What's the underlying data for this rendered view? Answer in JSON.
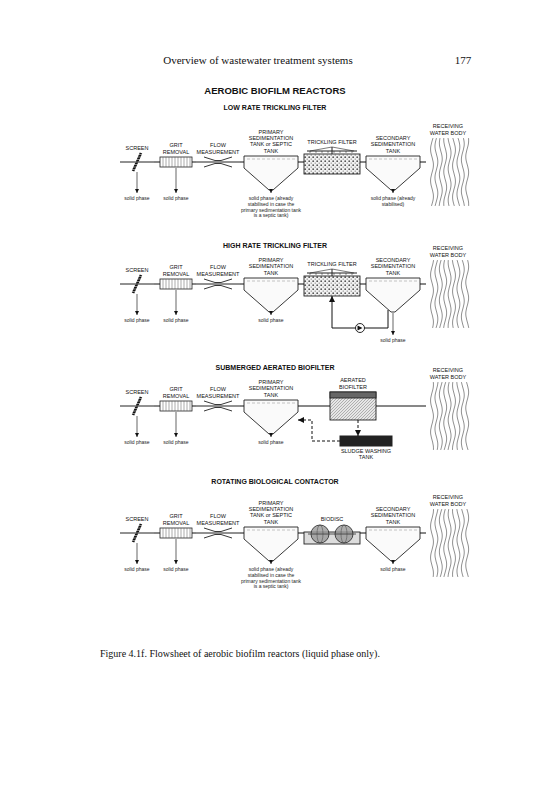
{
  "diagram": {
    "title": "AEROBIC BIOFILM REACTORS",
    "caption": "Figure 4.1f. Flowsheet of aerobic biofilm reactors (liquid phase only).",
    "nodes": [
      {
        "text": [
          "SCREEN"
        ]
      },
      {
        "text": [
          "GRIT REMOVAL"
        ]
      },
      {
        "text": [
          "FLOW MEASUREMENT"
        ]
      },
      {
        "text": [
          "PRIMARY SEDIMENTATION TANK or SEPTIC TANK"
        ]
      },
      {
        "text": [
          "TRICKLING FILTER"
        ]
      },
      {
        "text": [
          "SECONDARY SEDIMENTATION TANK"
        ]
      },
      {
        "text": [
          "RECEIVING WATER BODY"
        ]
      },
      {
        "text": [
          "SCREEN"
        ]
      },
      {
        "text": [
          "GRIT REMOVAL"
        ]
      },
      {
        "text": [
          "FLOW MEASUREMENT"
        ]
      },
      {
        "text": [
          "PRIMARY SEDIMENTATION TANK"
        ]
      },
      {
        "text": [
          "TRICKLING FILTER"
        ]
      },
      {
        "text": [
          "SECONDARY SEDIMENTATION TANK"
        ]
      },
      {
        "text": [
          "RECEIVING WATER BODY"
        ]
      },
      {
        "text": [
          "SCREEN"
        ]
      },
      {
        "text": [
          "GRIT REMOVAL"
        ]
      },
      {
        "text": [
          "FLOW MEASUREMENT"
        ]
      },
      {
        "text": [
          "PRIMARY SEDIMENTATION TANK"
        ]
      },
      {
        "text": [
          "AERATED BIOFILTER"
        ]
      },
      {
        "text": [
          "SLUDGE WASHING TANK"
        ]
      },
      {
        "text": [
          "RECEIVING WATER BODY"
        ]
      },
      {
        "text": [
          "SCREEN"
        ]
      },
      {
        "text": [
          "GRIT REMOVAL"
        ]
      },
      {
        "text": [
          "FLOW MEASUREMENT"
        ]
      },
      {
        "text": [
          "PRIMARY SEDIMENTATION TANK or SEPTIC TANK"
        ]
      },
      {
        "text": [
          "BIODISC"
        ]
      },
      {
        "text": [
          "SECONDARY SEDIMENTATION TANK"
        ]
      },
      {
        "text": [
          "RECEIVING WATER BODY"
        ]
      }
    ],
    "edges": [
      {
        "from": 0,
        "to": 1,
        "arrow": "none"
      },
      {
        "from": 1,
        "to": 2,
        "arrow": "none"
      },
      {
        "from": 2,
        "to": 3,
        "arrow": "none"
      },
      {
        "from": 3,
        "to": 4,
        "arrow": "none"
      },
      {
        "from": 4,
        "to": 5,
        "arrow": "none"
      },
      {
        "from": 5,
        "to": 6,
        "arrow": "none"
      },
      {
        "from": 7,
        "to": 8,
        "arrow": "none"
      },
      {
        "from": 8,
        "to": 9,
        "arrow": "none"
      },
      {
        "from": 9,
        "to": 10,
        "arrow": "none"
      },
      {
        "from": 10,
        "to": 11,
        "arrow": "none"
      },
      {
        "from": 11,
        "to": 12,
        "arrow": "none"
      },
      {
        "from": 12,
        "to": 13,
        "arrow": "none"
      },
      {
        "from": 12,
        "to": 11,
        "arrow": "to"
      },
      {
        "from": 14,
        "to": 15,
        "arrow": "none"
      },
      {
        "from": 15,
        "to": 16,
        "arrow": "none"
      },
      {
        "from": 16,
        "to": 17,
        "arrow": "none"
      },
      {
        "from": 17,
        "to": 18,
        "arrow": "none"
      },
      {
        "from": 18,
        "to": 20,
        "arrow": "none"
      },
      {
        "from": 18,
        "to": 19,
        "arrow": "to"
      },
      {
        "from": 19,
        "to": 17,
        "arrow": "to"
      },
      {
        "from": 21,
        "to": 22,
        "arrow": "none"
      },
      {
        "from": 22,
        "to": 23,
        "arrow": "none"
      },
      {
        "from": 23,
        "to": 24,
        "arrow": "none"
      },
      {
        "from": 24,
        "to": 25,
        "arrow": "none"
      },
      {
        "from": 25,
        "to": 26,
        "arrow": "none"
      },
      {
        "from": 26,
        "to": 27,
        "arrow": "none"
      }
    ],
    "labels": [
      "Overview of wastewater treatment systems",
      "177",
      "LOW RATE TRICKLING FILTER",
      "solid phase",
      "solid phase",
      "solid phase (already stabilised in case the primary sedimentation tank is a septic tank)",
      "solid phase (already stabilised)",
      "HIGH RATE TRICKLING FILTER",
      "solid phase",
      "solid phase",
      "solid phase",
      "solid phase",
      "SUBMERGED AERATED BIOFILTER",
      "solid phase",
      "solid phase",
      "solid phase",
      "ROTATING BIOLOGICAL CONTACTOR",
      "solid phase",
      "solid phase",
      "solid phase (already stabilised in case the primary sedimentation tank is a septic tank)",
      "solid phase"
    ]
  }
}
